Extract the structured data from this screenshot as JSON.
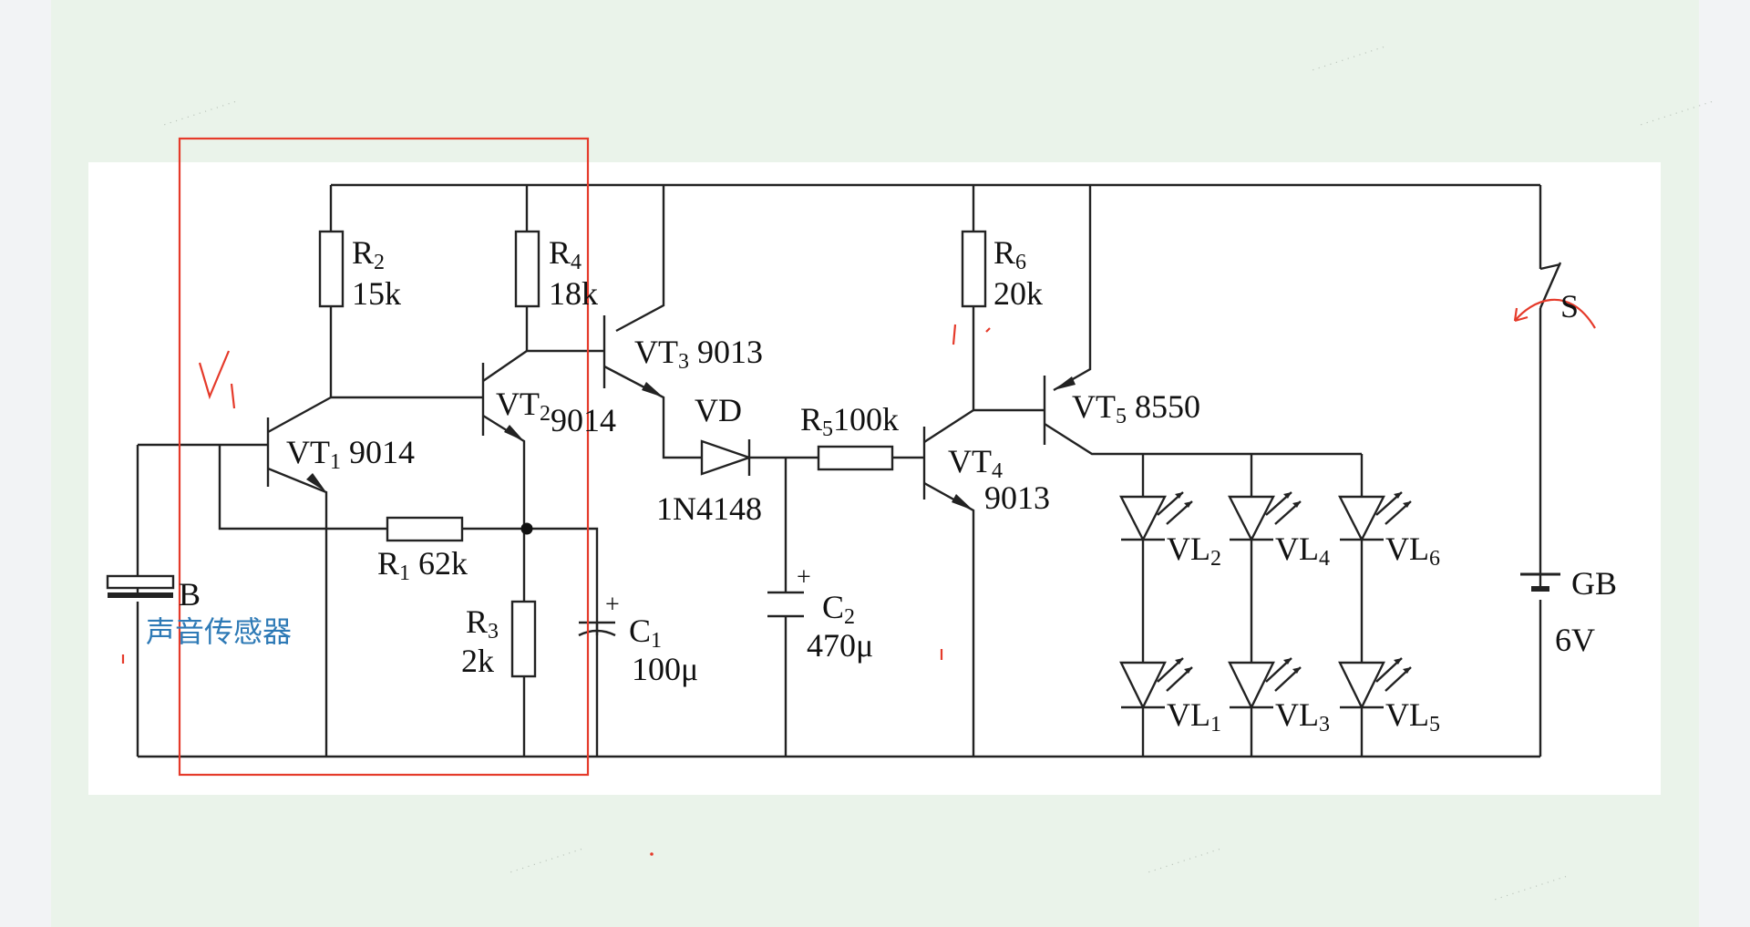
{
  "labels": {
    "r2_name": "R",
    "r2_sub": "2",
    "r2_val": "15k",
    "r4_name": "R",
    "r4_sub": "4",
    "r4_val": "18k",
    "r6_name": "R",
    "r6_sub": "6",
    "r6_val": "20k",
    "r1_name": "R",
    "r1_sub": "1",
    "r1_val": "62k",
    "r3_name": "R",
    "r3_sub": "3",
    "r3_val": "2k",
    "r5_name": "R",
    "r5_sub": "5",
    "r5_val": "100k",
    "vt1_name": "VT",
    "vt1_sub": "1",
    "vt1_val": "9014",
    "vt2_name": "VT",
    "vt2_sub": "2",
    "vt2_val": "9014",
    "vt3_name": "VT",
    "vt3_sub": "3",
    "vt3_val": "9013",
    "vt4_name": "VT",
    "vt4_sub": "4",
    "vt4_val": "9013",
    "vt5_name": "VT",
    "vt5_sub": "5",
    "vt5_val": "8550",
    "vd_name": "VD",
    "vd_val": "1N4148",
    "c1_name": "C",
    "c1_sub": "1",
    "c1_val": "100μ",
    "c2_name": "C",
    "c2_sub": "2",
    "c2_val": "470μ",
    "plus": "+",
    "b_name": "B",
    "b_caption": "声音传感器",
    "s_name": "S",
    "gb_name": "GB",
    "gb_val": "6V",
    "led_name": "VL",
    "vl1": "1",
    "vl2": "2",
    "vl3": "3",
    "vl4": "4",
    "vl5": "5",
    "vl6": "6"
  },
  "annotation": {
    "vi_letter": "V",
    "vi_sub": "i"
  },
  "colors": {
    "panel_bg": "#eaf3ea",
    "diagram_bg": "#ffffff",
    "wire": "#222222",
    "annotation_red": "#e53a2a",
    "caption_blue": "#2e7ab6"
  }
}
